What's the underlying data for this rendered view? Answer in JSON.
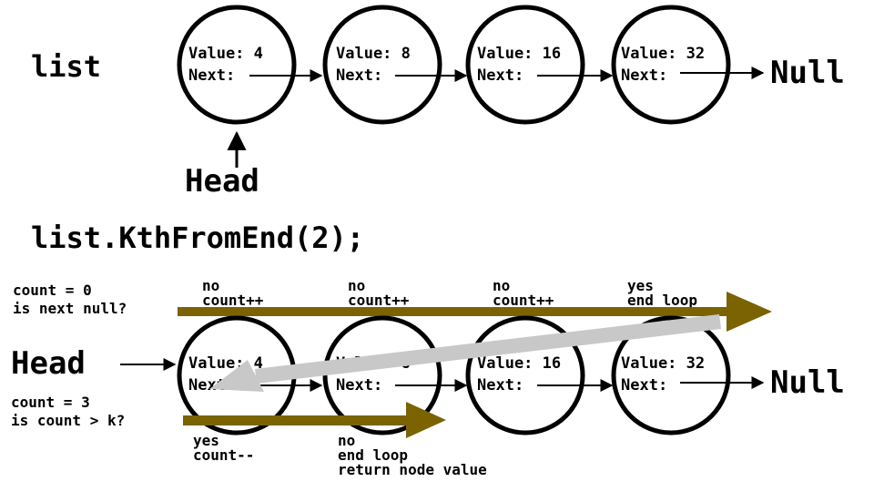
{
  "top": {
    "code": "list",
    "head_label": "Head",
    "null_label": "Null",
    "nodes": [
      {
        "value_text": "Value: 4",
        "next_text": "Next:"
      },
      {
        "value_text": "Value: 8",
        "next_text": "Next:"
      },
      {
        "value_text": "Value: 16",
        "next_text": "Next:"
      },
      {
        "value_text": "Value: 32",
        "next_text": "Next:"
      }
    ]
  },
  "bottom": {
    "code": "list.KthFromEnd(2);",
    "head_label": "Head",
    "null_label": "Null",
    "nodes": [
      {
        "value_text": "Value: 4",
        "next_text": "Next:"
      },
      {
        "value_text": "Value: 8",
        "next_text": "Next:"
      },
      {
        "value_text": "Value: 16",
        "next_text": "Next:"
      },
      {
        "value_text": "Value: 32",
        "next_text": "Next:"
      }
    ],
    "first_pass": {
      "intro": [
        "count = 0",
        "is next null?"
      ],
      "steps": [
        [
          "no",
          "count++"
        ],
        [
          "no",
          "count++"
        ],
        [
          "no",
          "count++"
        ],
        [
          "yes",
          "end loop"
        ]
      ]
    },
    "second_pass": {
      "intro": [
        "count = 3",
        "is count > k?"
      ],
      "steps": [
        [
          "yes",
          "count--"
        ],
        [
          "no",
          "end loop",
          "return node value"
        ]
      ]
    }
  },
  "colors": {
    "arrow_olive": "#7a6300",
    "arrow_gray": "#c8c8c8",
    "ink": "#000000"
  }
}
